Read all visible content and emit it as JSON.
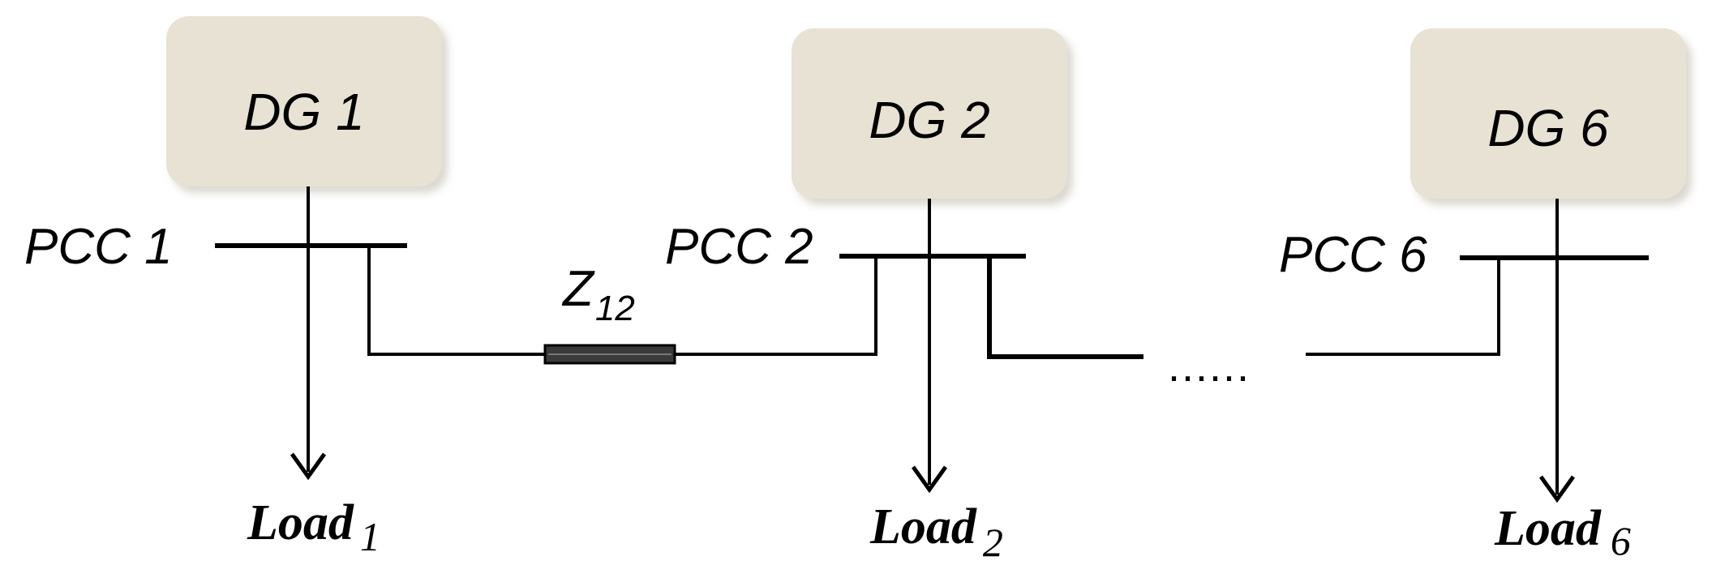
{
  "nodes": [
    {
      "dg_label": "DG 1",
      "pcc_label": "PCC 1",
      "load_label": "Load",
      "load_sub": "1"
    },
    {
      "dg_label": "DG 2",
      "pcc_label": "PCC 2",
      "load_label": "Load",
      "load_sub": "2"
    },
    {
      "dg_label": "DG 6",
      "pcc_label": "PCC 6",
      "load_label": "Load",
      "load_sub": "6"
    }
  ],
  "impedance": {
    "label": "Z",
    "sub": "12"
  },
  "ellipsis": "......",
  "colors": {
    "dg_fill": "#e7e2d3",
    "line": "#000000"
  }
}
